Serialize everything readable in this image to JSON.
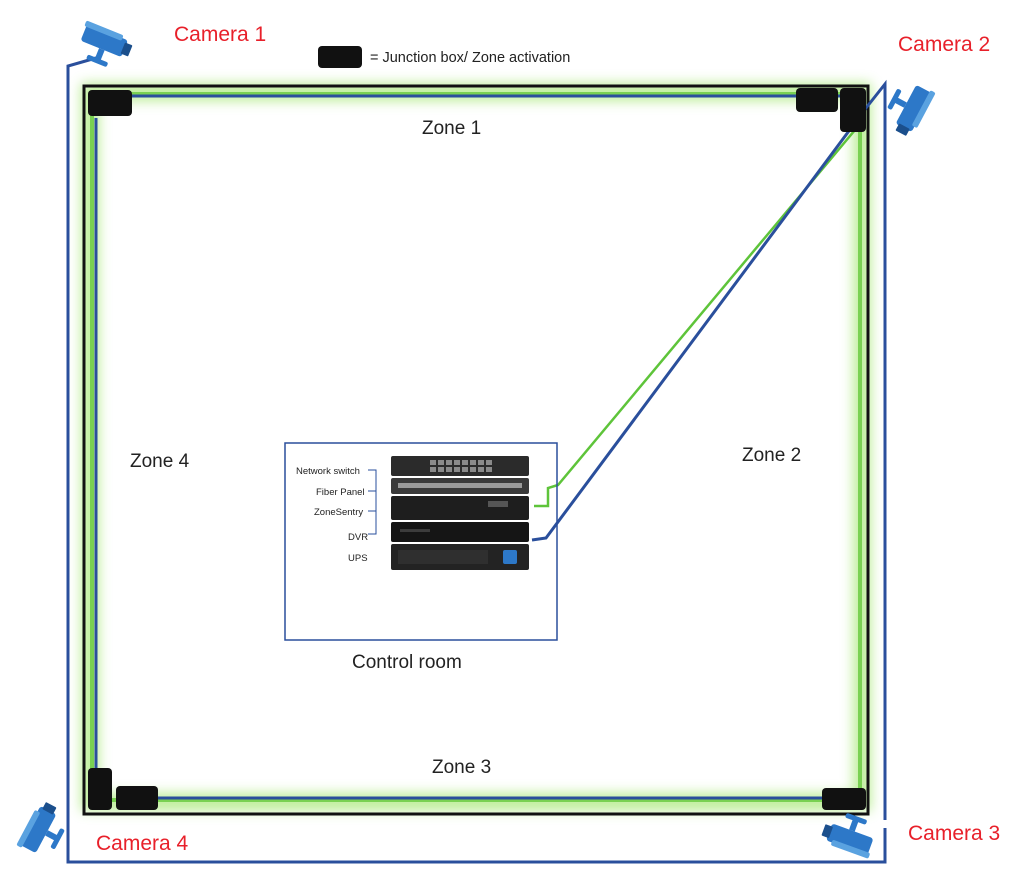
{
  "legend": {
    "text": "= Junction box/ Zone activation"
  },
  "cameras": [
    {
      "label": "Camera 1"
    },
    {
      "label": "Camera 2"
    },
    {
      "label": "Camera 3"
    },
    {
      "label": "Camera 4"
    }
  ],
  "zones": [
    {
      "label": "Zone 1"
    },
    {
      "label": "Zone 2"
    },
    {
      "label": "Zone 3"
    },
    {
      "label": "Zone 4"
    }
  ],
  "control_room": {
    "label": "Control room",
    "equipment": [
      {
        "label": "Network switch"
      },
      {
        "label": "Fiber Panel"
      },
      {
        "label": "ZoneSentry"
      },
      {
        "label": "DVR"
      },
      {
        "label": "UPS"
      }
    ]
  },
  "colors": {
    "camera_label": "#e8202a",
    "fence_glow": "#9be36a",
    "green_cable": "#5ec43a",
    "blue_cable": "#2a4f9c",
    "junction_box": "#111111",
    "camera_body": "#2d78c8"
  },
  "icons": {
    "camera": "cctv-camera-icon",
    "junction_box": "junction-box-icon",
    "rack": "server-rack-icon"
  }
}
